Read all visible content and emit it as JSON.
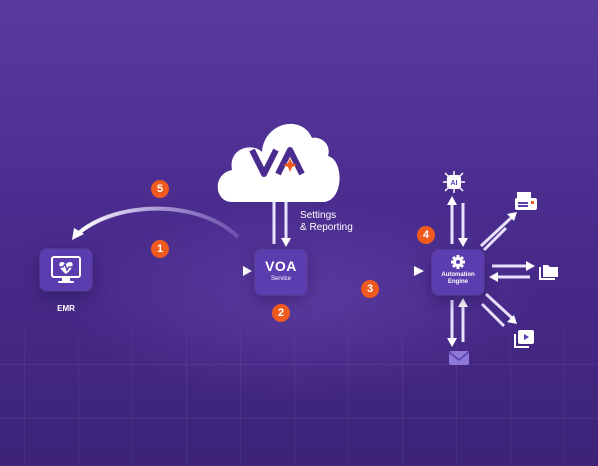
{
  "nodes": {
    "emr": {
      "label": "EMR",
      "icon": "heart-monitor-icon"
    },
    "voa": {
      "title": "VOA",
      "subtitle": "Service"
    },
    "automation": {
      "title": "Automation",
      "title2": "Engine",
      "icon": "gear-icon"
    },
    "cloud": {
      "icon": "va-logo-icon"
    }
  },
  "settings_label": {
    "line1": "Settings",
    "line2": "& Reporting"
  },
  "steps": [
    "1",
    "2",
    "3",
    "4",
    "5"
  ],
  "peripheral_icons": [
    "ai-icon",
    "printer-icon",
    "folder-icon",
    "video-library-icon",
    "mail-icon"
  ],
  "colors": {
    "background": "#4a2c8e",
    "node": "#5b3db0",
    "step_badge": "#f05a1e",
    "logo_purple": "#4a2c8e",
    "logo_star": "#f05a1e"
  }
}
